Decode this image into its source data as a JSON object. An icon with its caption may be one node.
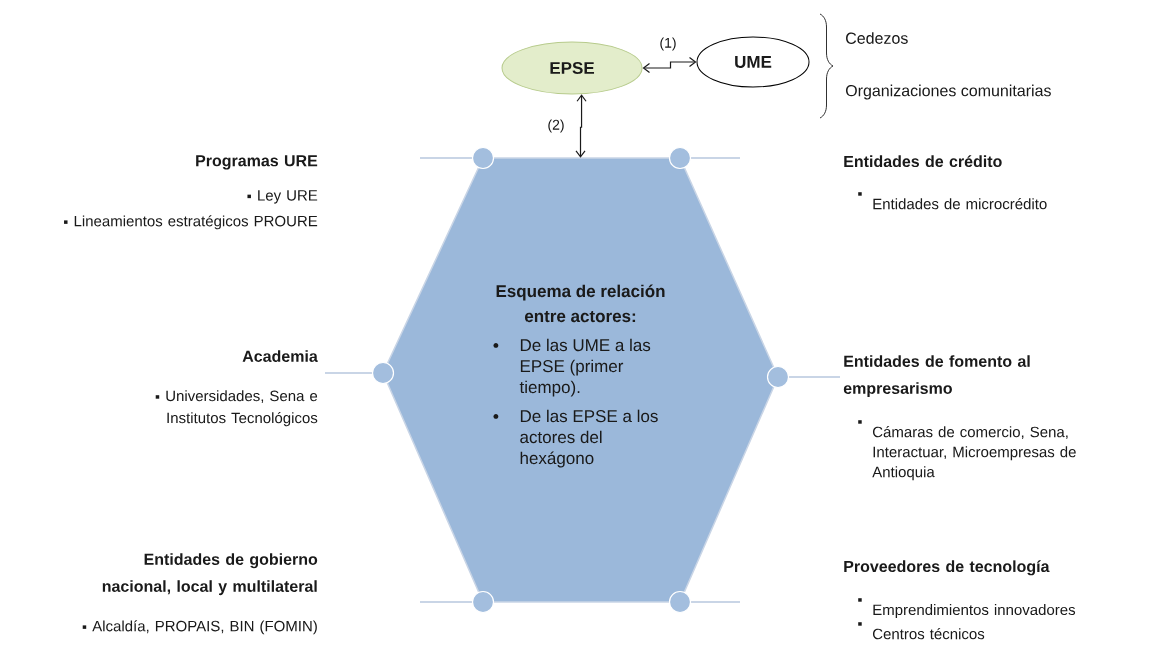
{
  "diagram": {
    "nodes": [
      {
        "text": [
          "EPSE"
        ]
      },
      {
        "text": [
          "UME"
        ]
      },
      {
        "text": [
          "Esquema de relación entre actores:",
          "De las UME a las EPSE (primer tiempo).",
          "De las EPSE a los actores del hexágono"
        ]
      }
    ],
    "edges": [
      {
        "from": 0,
        "to": 1,
        "arrow": "both",
        "label": "(1)"
      },
      {
        "from": 0,
        "to": 2,
        "arrow": "both",
        "label": "(2)"
      }
    ],
    "labels": [
      "Cedezos",
      "Organizaciones comunitarias",
      "Programas URE",
      "Ley URE",
      "Lineamientos estratégicos PROURE",
      "Entidades de crédito",
      "Entidades de microcrédito",
      "Academia",
      "Universidades, Sena e Institutos Tecnológicos",
      "Entidades de fomento al empresarismo",
      "Cámaras de comercio, Sena, Interactuar, Microempresas de Antioquia",
      "Entidades de gobierno nacional, local y multilateral",
      "Alcaldía, PROPAIS, BIN (FOMIN)",
      "Proveedores de tecnología",
      "Emprendimientos innovadores",
      "Centros técnicos"
    ]
  }
}
